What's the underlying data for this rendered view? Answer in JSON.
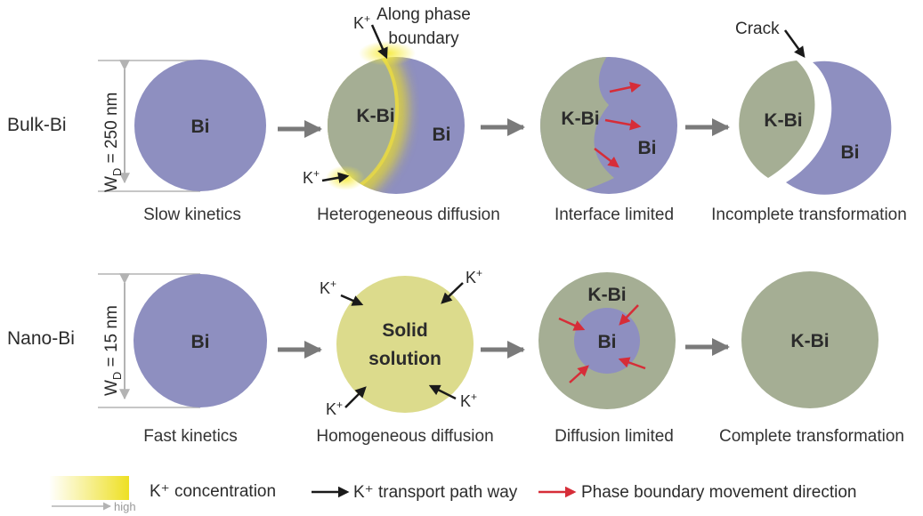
{
  "rows": [
    {
      "name": "Bulk-Bi",
      "size_var": "W",
      "size_sub": "D",
      "size_value": " = 250 nm",
      "stages": [
        {
          "caption": "Slow kinetics",
          "labels": [
            "Bi"
          ]
        },
        {
          "caption": "Heterogeneous diffusion",
          "labels": [
            "K-Bi",
            "Bi"
          ]
        },
        {
          "caption": "Interface limited",
          "labels": [
            "K-Bi",
            "Bi"
          ]
        },
        {
          "caption": "Incomplete transformation",
          "labels": [
            "K-Bi",
            "Bi"
          ]
        }
      ],
      "annotations": {
        "kplus_top": "K",
        "kplus_bottom": "K",
        "phase_boundary": [
          "Along phase",
          "boundary"
        ],
        "crack": "Crack"
      }
    },
    {
      "name": "Nano-Bi",
      "size_var": "W",
      "size_sub": "D",
      "size_value": " = 15 nm",
      "stages": [
        {
          "caption": "Fast kinetics",
          "labels": [
            "Bi"
          ]
        },
        {
          "caption": "Homogeneous diffusion",
          "labels": [
            "Solid",
            "solution"
          ]
        },
        {
          "caption": "Diffusion limited",
          "labels": [
            "K-Bi",
            "Bi"
          ]
        },
        {
          "caption": "Complete transformation",
          "labels": [
            "K-Bi"
          ]
        }
      ],
      "annotations": {
        "kplus": [
          "K",
          "K",
          "K",
          "K"
        ]
      }
    }
  ],
  "legend": {
    "concentration": "K⁺ concentration",
    "gradient_axis": "high",
    "transport": "K⁺ transport path way",
    "phase_movement": "Phase boundary movement direction"
  },
  "colors": {
    "bi": "#8e8fc0",
    "kbi": "#a5ae94",
    "solid_solution": "#dcdb8c",
    "k_concentration": "#eee023",
    "transport_arrow": "#1a1a1a",
    "phase_arrow": "#d62d38",
    "process_arrow": "#7a7a7a"
  }
}
